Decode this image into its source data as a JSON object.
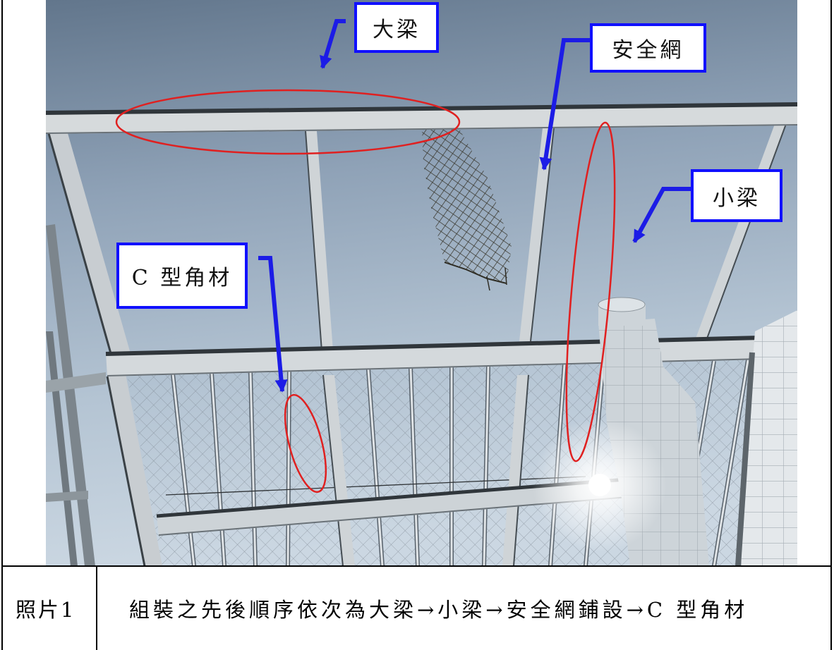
{
  "photo": {
    "callouts": [
      {
        "label": "大梁"
      },
      {
        "label": "安全網"
      },
      {
        "label": "小梁"
      },
      {
        "label": "C 型角材"
      }
    ]
  },
  "caption": {
    "photo_label": "照片1",
    "text": "組裝之先後順序依次為大梁→小梁→安全網鋪設→C 型角材"
  },
  "colors": {
    "callout_border": "#1010ff",
    "arrow": "#1c1ce6",
    "highlight_ellipse": "#e02020"
  }
}
